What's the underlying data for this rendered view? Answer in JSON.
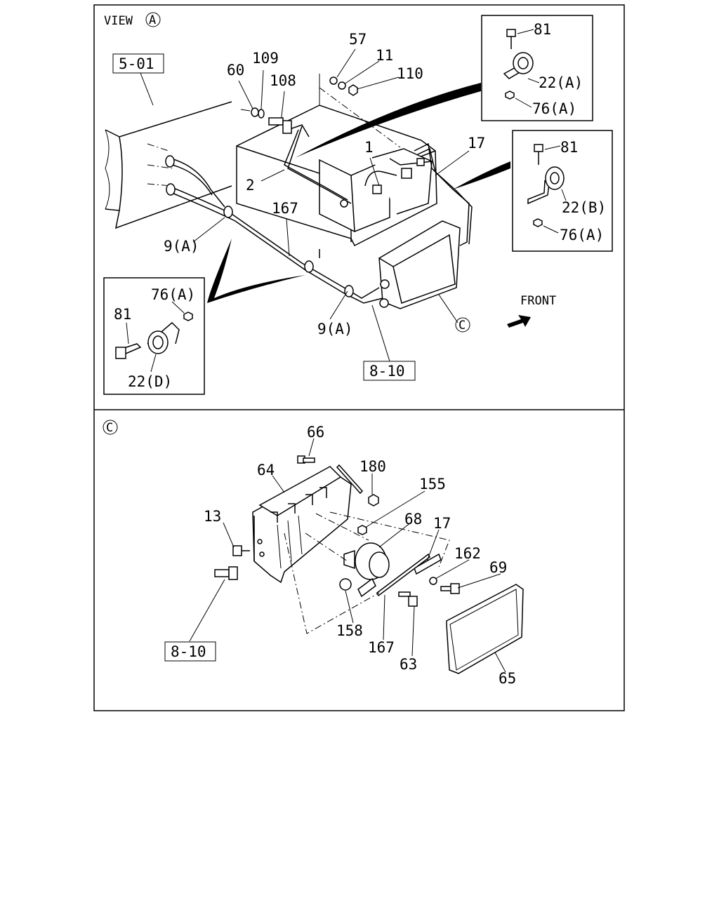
{
  "view_label": "VIEW",
  "view_marker": "A",
  "section_marker": "C",
  "front_label": "FRONT",
  "refs": {
    "top_5_01": "5-01",
    "top_8_10": "8-10",
    "bottom_8_10": "8-10"
  },
  "callouts_top": {
    "p57": "57",
    "p11": "11",
    "p110": "110",
    "p60": "60",
    "p109": "109",
    "p108": "108",
    "p1": "1",
    "p2": "2",
    "p17": "17",
    "p167": "167",
    "p9a_1": "9(A)",
    "p9a_2": "9(A)",
    "circle_c": "C"
  },
  "inset_a": {
    "p81": "81",
    "p22": "22(A)",
    "p76": "76(A)"
  },
  "inset_b": {
    "p81": "81",
    "p22": "22(B)",
    "p76": "76(A)"
  },
  "inset_d": {
    "p76": "76(A)",
    "p81": "81",
    "p22": "22(D)"
  },
  "callouts_bottom": {
    "p66": "66",
    "p180": "180",
    "p64": "64",
    "p155": "155",
    "p68": "68",
    "p17": "17",
    "p13": "13",
    "p162": "162",
    "p69": "69",
    "p158": "158",
    "p167": "167",
    "p63": "63",
    "p65": "65"
  }
}
